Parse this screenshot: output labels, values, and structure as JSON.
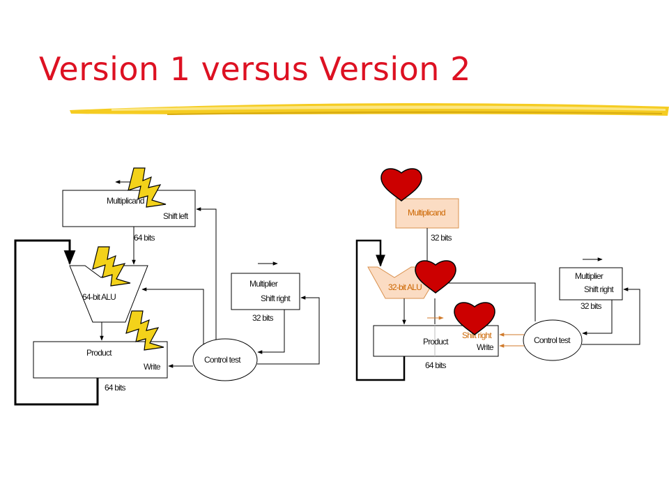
{
  "slide": {
    "title": "Version 1 versus Version 2"
  },
  "colors": {
    "title": "#dd1122",
    "underline": "#f5cc22",
    "lightning": "#f3d21a",
    "heart": "#cc0000",
    "highlight_fill": "#fbdcc3",
    "highlight_stroke": "#d9904d",
    "highlight_text": "#cc6600"
  },
  "version1": {
    "multiplicand_label": "Multiplicand",
    "multiplicand_shift": "Shift left",
    "multiplicand_width": "64 bits",
    "alu_label": "64-bit ALU",
    "product_label": "Product",
    "product_write": "Write",
    "product_width": "64 bits",
    "multiplier_label": "Multiplier",
    "multiplier_shift": "Shift right",
    "multiplier_width": "32 bits",
    "control_label": "Control test",
    "marker_icons": [
      "lightning-icon",
      "lightning-icon",
      "lightning-icon"
    ]
  },
  "version2": {
    "multiplicand_label": "Multiplicand",
    "multiplicand_width": "32 bits",
    "alu_label": "32-bit ALU",
    "product_label": "Product",
    "product_shift": "Shift right",
    "product_write": "Write",
    "product_width": "64 bits",
    "multiplier_label": "Multiplier",
    "multiplier_shift": "Shift right",
    "multiplier_width": "32 bits",
    "control_label": "Control test",
    "marker_icons": [
      "heart-icon",
      "heart-icon",
      "heart-icon"
    ]
  }
}
